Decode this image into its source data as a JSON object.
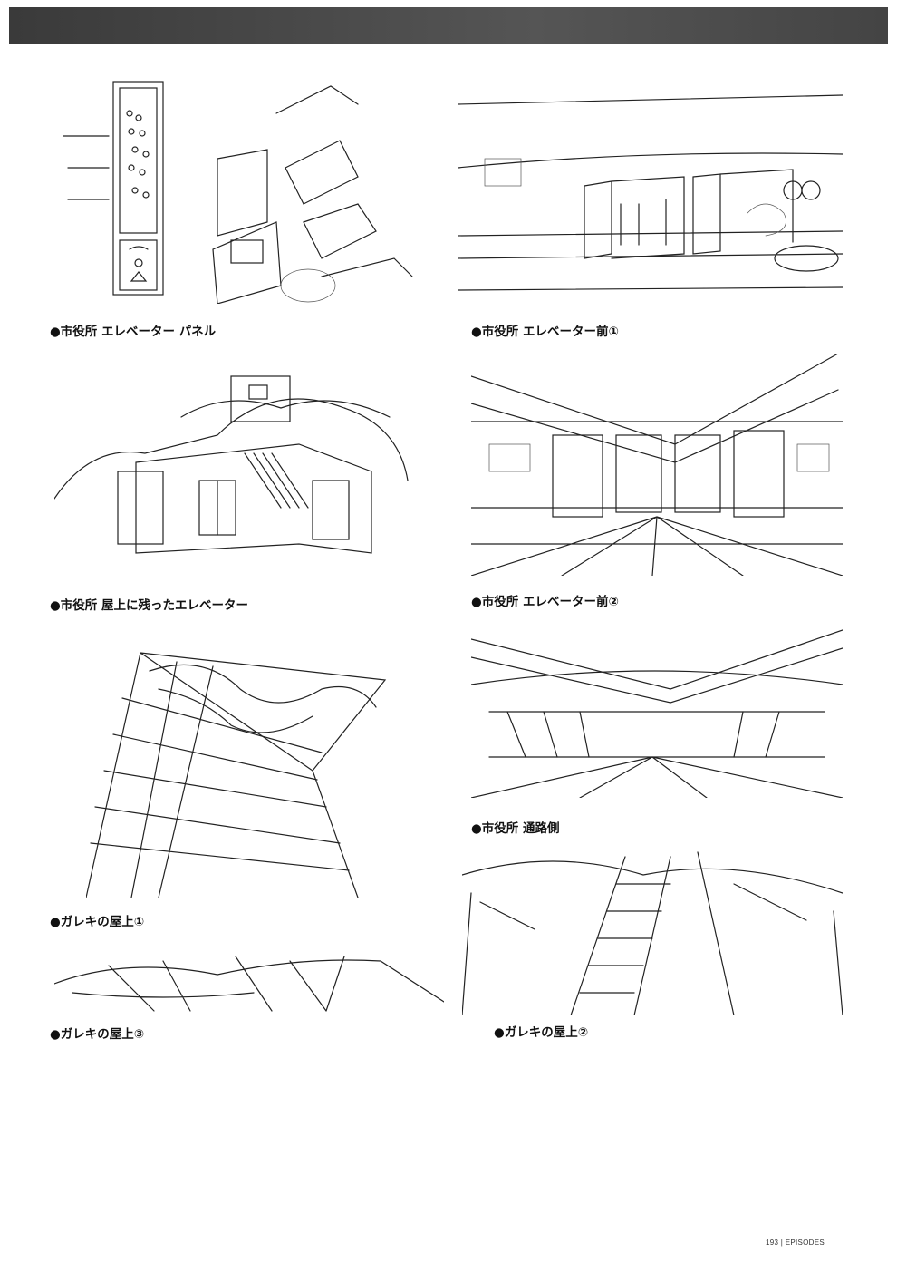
{
  "header": {
    "color": "#444444"
  },
  "sketches": [
    {
      "caption": "●市役所 エレベーター パネル",
      "subject": "elevator-panel-sketch"
    },
    {
      "caption": "●市役所 エレベーター前①",
      "subject": "elevator-front-exterior-sketch"
    },
    {
      "caption": "●市役所 屋上に残ったエレベーター",
      "subject": "rooftop-elevator-ruins-sketch"
    },
    {
      "caption": "●市役所 エレベーター前②",
      "subject": "elevator-hall-sketch"
    },
    {
      "caption": "●ガレキの屋上①",
      "subject": "rubble-rooftop-1-sketch"
    },
    {
      "caption": "●市役所 通路側",
      "subject": "corridor-side-sketch"
    },
    {
      "caption": "●ガレキの屋上③",
      "subject": "rubble-rooftop-3-sketch"
    },
    {
      "caption": "●ガレキの屋上②",
      "subject": "rubble-rooftop-2-sketch"
    }
  ],
  "footer": {
    "page": "193",
    "separator": "|",
    "section": "EPISODES"
  }
}
